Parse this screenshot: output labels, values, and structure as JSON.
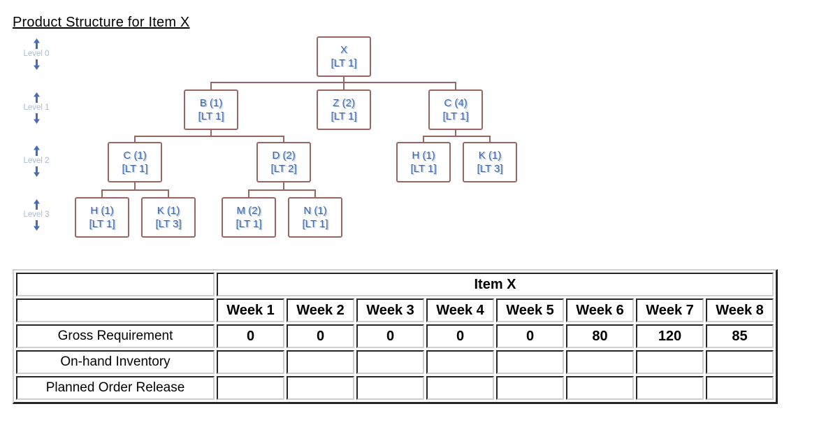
{
  "title": "Product Structure for Item X",
  "colors": {
    "box_border": "#9a6662",
    "node_text": "#4566a4",
    "node_text_shadow": "#a5c6ee",
    "level_label_text": "#a8bcd8",
    "arrow_blue": "#4a6cb4",
    "table_dark_border": "#262626",
    "table_light_border": "#cfcfcf"
  },
  "tree": {
    "levels": [
      {
        "label": "Level 0"
      },
      {
        "label": "Level 1"
      },
      {
        "label": "Level 2"
      },
      {
        "label": "Level 3"
      }
    ],
    "nodes": {
      "x": {
        "name": "X",
        "lt": "[LT 1]"
      },
      "b": {
        "name": "B (1)",
        "lt": "[LT 1]"
      },
      "z": {
        "name": "Z (2)",
        "lt": "[LT 1]"
      },
      "c4": {
        "name": "C (4)",
        "lt": "[LT 1]"
      },
      "c1": {
        "name": "C (1)",
        "lt": "[LT 1]"
      },
      "d2": {
        "name": "D (2)",
        "lt": "[LT 2]"
      },
      "h2": {
        "name": "H (1)",
        "lt": "[LT 1]"
      },
      "k2": {
        "name": "K (1)",
        "lt": "[LT 3]"
      },
      "h3": {
        "name": "H (1)",
        "lt": "[LT 1]"
      },
      "k3": {
        "name": "K (1)",
        "lt": "[LT 3]"
      },
      "m3": {
        "name": "M (2)",
        "lt": "[LT 1]"
      },
      "n3": {
        "name": "N (1)",
        "lt": "[LT 1]"
      }
    }
  },
  "table": {
    "item_header": "Item X",
    "week_headers": [
      "Week 1",
      "Week 2",
      "Week 3",
      "Week 4",
      "Week 5",
      "Week 6",
      "Week 7",
      "Week 8"
    ],
    "rows": [
      {
        "label": "Gross Requirement",
        "values": [
          "0",
          "0",
          "0",
          "0",
          "0",
          "80",
          "120",
          "85"
        ]
      },
      {
        "label": "On-hand Inventory",
        "values": [
          "",
          "",
          "",
          "",
          "",
          "",
          "",
          ""
        ]
      },
      {
        "label": "Planned Order Release",
        "values": [
          "",
          "",
          "",
          "",
          "",
          "",
          "",
          ""
        ]
      }
    ]
  }
}
